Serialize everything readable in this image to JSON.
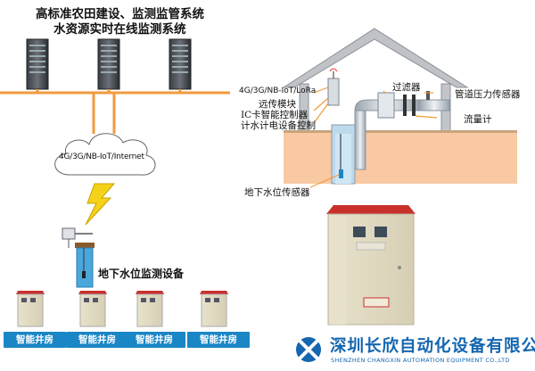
{
  "title": {
    "line1": "高标准农田建设、监测监管系统",
    "line2": "水资源实时在线监测系统"
  },
  "network": {
    "cloud_label": "4G/3G/NB-IoT/Internet"
  },
  "level_device": {
    "label": "地下水位监测设备"
  },
  "wells": [
    {
      "label": "智能井房"
    },
    {
      "label": "智能井房"
    },
    {
      "label": "智能井房"
    },
    {
      "label": "智能井房"
    }
  ],
  "house": {
    "remote_module": "4G/3G/NB-IoT/LoRa",
    "remote_module_2": "远传模块",
    "ic_controller": "IC卡智能控制器",
    "meter_controller": "计水计电设备控制",
    "filter": "过滤器",
    "pressure_sensor": "管道压力传感器",
    "flow_meter": "流量计",
    "level_sensor": "地下水位传感器"
  },
  "company": {
    "name_cn": "深圳长欣自动化设备有限公司",
    "name_en": "SHENZHEN CHANGXIN AUTOMATION EQUIPMENT CO.,LTD"
  },
  "colors": {
    "pipe": "#f19b3c",
    "soil": "#f8c9a2",
    "well_tag": "#1b86c6",
    "brand": "#1466b0",
    "roof": "#c9302c"
  }
}
